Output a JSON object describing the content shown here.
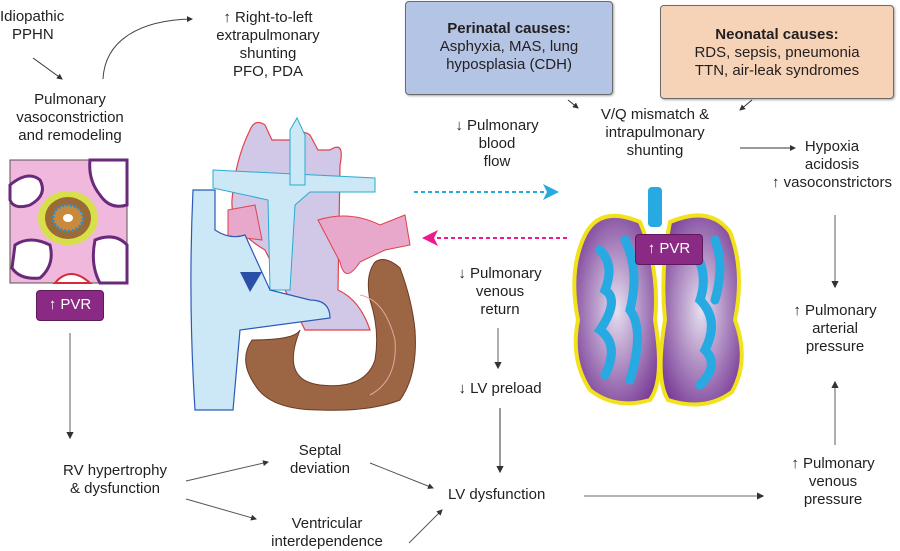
{
  "colors": {
    "perinatal_box": "#b4c4e4",
    "neonatal_box": "#f6d3b6",
    "pvr_badge": "#8a2a85",
    "blue_arrow": "#27a9e1",
    "pink_arrow": "#ec1a8c",
    "arrow_gray": "#555555"
  },
  "nodes": {
    "idiopathic": [
      "Idiopathic",
      "PPHN"
    ],
    "right_to_left": [
      "↑ Right-to-left",
      "extrapulmonary",
      "shunting",
      "PFO, PDA"
    ],
    "vasoconstriction": [
      "Pulmonary",
      "vasoconstriction",
      "and remodeling"
    ],
    "pvr_left": "↑ PVR",
    "pvr_lung": "↑ PVR",
    "perinatal": {
      "title": "Perinatal causes:",
      "lines": [
        "Asphyxia, MAS, lung",
        "hyposplasia (CDH)"
      ]
    },
    "neonatal": {
      "title": "Neonatal causes:",
      "lines": [
        "RDS, sepsis, pneumonia",
        "TTN, air-leak syndromes"
      ]
    },
    "vq_mismatch": [
      "V/Q mismatch &",
      "intrapulmonary",
      "shunting"
    ],
    "pulm_blood_flow": [
      "↓ Pulmonary",
      "blood",
      "flow"
    ],
    "hypoxia": [
      "Hypoxia",
      "acidosis",
      "↑ vasoconstrictors"
    ],
    "pulm_venous_return": [
      "↓ Pulmonary",
      "venous",
      "return"
    ],
    "lv_preload": [
      "↓ LV preload"
    ],
    "pulm_arterial_pressure": [
      "↑ Pulmonary",
      "arterial",
      "pressure"
    ],
    "rv_hypertrophy": [
      "RV hypertrophy",
      "& dysfunction"
    ],
    "septal_deviation": [
      "Septal",
      "deviation"
    ],
    "ventricular_interdependence": [
      "Ventricular",
      "interdependence"
    ],
    "lv_dysfunction": [
      "LV dysfunction"
    ],
    "pulm_venous_pressure": [
      "↑ Pulmonary",
      "venous",
      "pressure"
    ]
  },
  "illustrations": {
    "tissue": "pulmonary-arteriole-cross-section",
    "heart": "heart-illustration",
    "lungs": "lungs-illustration"
  }
}
